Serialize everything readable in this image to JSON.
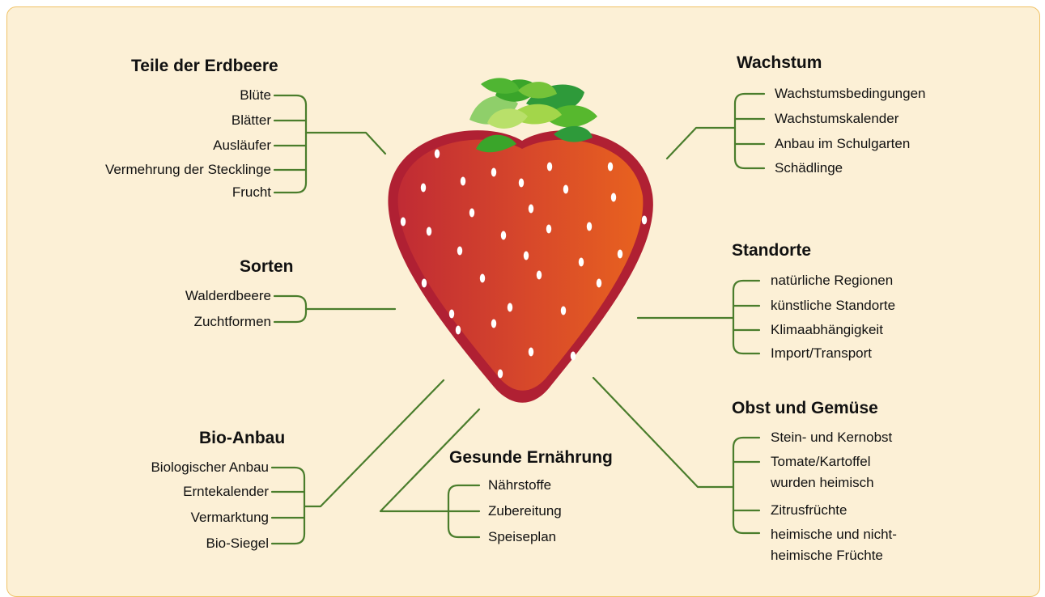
{
  "colors": {
    "background": "#fcf0d6",
    "border": "#f0c266",
    "line": "#4a7d2c",
    "berry_light": "#e8621f",
    "berry_dark": "#c02b34",
    "leaf": "#3aa52a"
  },
  "central_image": "strawberry",
  "teile": {
    "title": "Teile der Erdbeere",
    "items": [
      "Blüte",
      "Blätter",
      "Ausläufer",
      "Vermehrung der Stecklinge",
      "Frucht"
    ]
  },
  "sorten": {
    "title": "Sorten",
    "items": [
      "Walderdbeere",
      "Zuchtformen"
    ]
  },
  "bio": {
    "title": "Bio-Anbau",
    "items": [
      "Biologischer Anbau",
      "Erntekalender",
      "Vermarktung",
      "Bio-Siegel"
    ]
  },
  "gesund": {
    "title": "Gesunde Ernährung",
    "items": [
      "Nährstoffe",
      "Zubereitung",
      "Speiseplan"
    ]
  },
  "wachstum": {
    "title": "Wachstum",
    "items": [
      "Wachstumsbedingungen",
      "Wachstumskalender",
      "Anbau im Schulgarten",
      "Schädlinge"
    ]
  },
  "standorte": {
    "title": "Standorte",
    "items": [
      "natürliche Regionen",
      "künstliche Standorte",
      "Klimaabhängigkeit",
      "Import/Transport"
    ]
  },
  "obst": {
    "title": "Obst und Gemüse",
    "items": [
      "Stein- und Kernobst",
      "Tomate/Kartoffel",
      "wurden heimisch",
      "Zitrusfrüchte",
      "heimische und nicht-",
      "heimische Früchte"
    ]
  }
}
